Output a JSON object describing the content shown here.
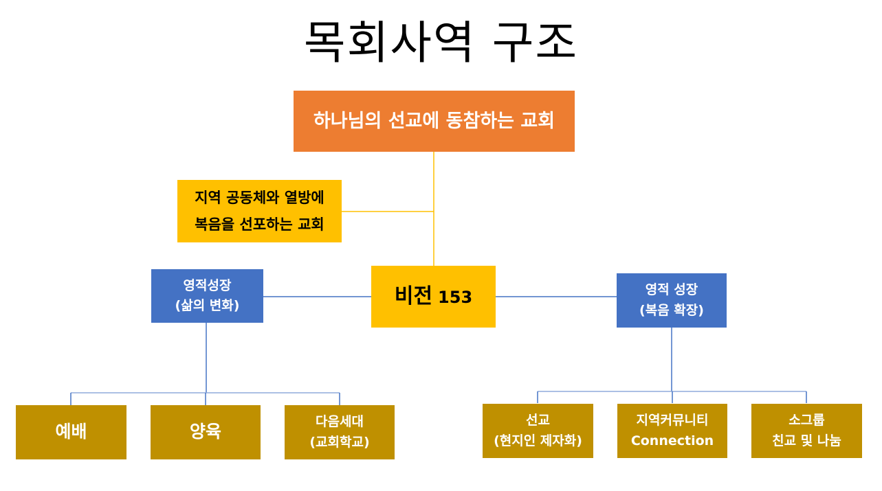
{
  "title": "목회사역 구조",
  "colors": {
    "mission_box": "#ED7D31",
    "vision_box": "#FFC000",
    "growth_box": "#4472C4",
    "ministry_box": "#BF9000",
    "connector_orange": "#FFC000",
    "connector_blue": "#4472C4"
  },
  "mission": {
    "label": "하나님의 선교에 동참하는 교회"
  },
  "community": {
    "line1": "지역 공동체와 열방에",
    "line2": "복음을 선포하는 교회"
  },
  "vision": {
    "label": "비전",
    "number": "153"
  },
  "left_branch": {
    "line1": "영적성장",
    "line2": "(삶의 변화)",
    "children": [
      {
        "line1": "예배",
        "line2": ""
      },
      {
        "line1": "양육",
        "line2": ""
      },
      {
        "line1": "다음세대",
        "line2": "(교회학교)"
      }
    ]
  },
  "right_branch": {
    "line1": "영적 성장",
    "line2": "(복음 확장)",
    "children": [
      {
        "line1": "선교",
        "line2": "(현지인 제자화)"
      },
      {
        "line1": "지역커뮤니티",
        "line2": "Connection"
      },
      {
        "line1": "소그룹",
        "line2": "친교 및 나눔"
      }
    ]
  }
}
